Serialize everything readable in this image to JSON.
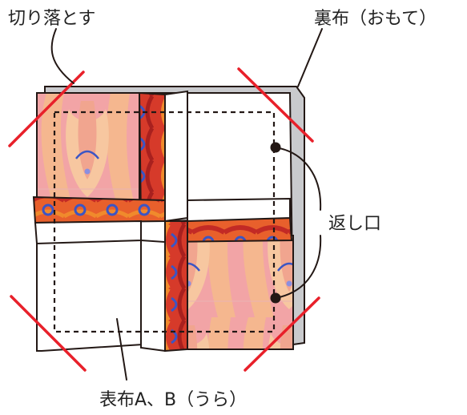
{
  "labels": {
    "cut_off": "切り落とす",
    "back_fabric": "裏布（おもて）",
    "opening": "返し口",
    "front_fabric": "表布A、B（うら）"
  },
  "colors": {
    "cut_line": "#e8202a",
    "outline": "#231815",
    "back_fabric_gray": "#c9cacd",
    "fabric_orange": "#e8602c",
    "fabric_red": "#d63a2a",
    "fabric_pink": "#f2a0a4",
    "fabric_peach": "#f3b58f",
    "fabric_blue": "#4a57b5"
  },
  "icons": [
    "stitch-dashed-line",
    "cut-mark",
    "opening-dot"
  ]
}
